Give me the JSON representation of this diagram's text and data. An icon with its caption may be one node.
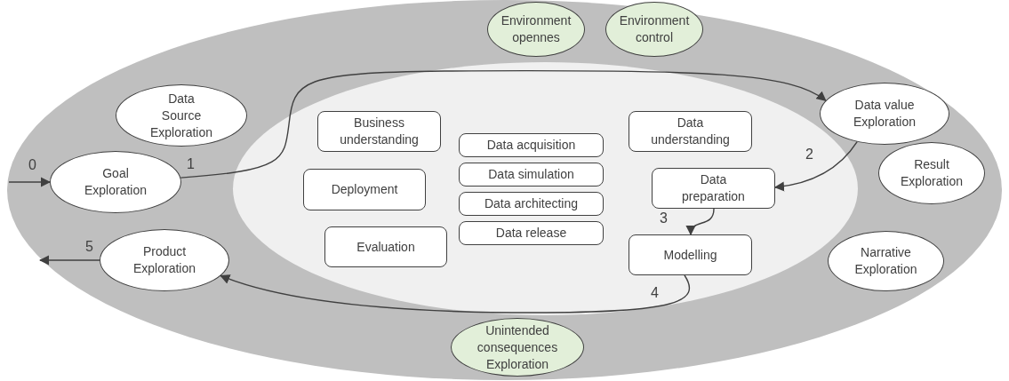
{
  "diagram": {
    "nodes": [
      {
        "text": [],
        "shape": "ellipse"
      },
      {
        "text": [],
        "shape": "ellipse",
        "in": 0
      },
      {
        "text": [
          "Environment opennes"
        ],
        "in": 0
      },
      {
        "text": [
          "Environment control"
        ],
        "in": 0
      },
      {
        "text": [
          "Data Source Exploration"
        ],
        "in": 0
      },
      {
        "text": [
          "Data value Exploration"
        ],
        "in": 0
      },
      {
        "text": [
          "Goal Exploration"
        ],
        "in": 0
      },
      {
        "text": [
          "Business understanding"
        ],
        "in": 1
      },
      {
        "text": [
          "Data acquisition"
        ],
        "in": 1
      },
      {
        "text": [
          "Data understanding"
        ],
        "in": 1
      },
      {
        "text": [
          "Data simulation"
        ],
        "in": 1
      },
      {
        "text": [
          "Deployment"
        ],
        "in": 1
      },
      {
        "text": [
          "Data preparation"
        ],
        "in": 1
      },
      {
        "text": [
          "Data architecting"
        ],
        "in": 1
      },
      {
        "text": [
          "Data release"
        ],
        "in": 1
      },
      {
        "text": [
          "Result Exploration"
        ],
        "in": 0
      },
      {
        "text": [
          "Evaluation"
        ],
        "in": 1
      },
      {
        "text": [
          "Modelling"
        ],
        "in": 1
      },
      {
        "text": [
          "Product Exploration"
        ],
        "in": 0
      },
      {
        "text": [
          "Narrative Exploration"
        ],
        "in": 0
      },
      {
        "text": [
          "Unintended consequences Exploration"
        ],
        "in": 0
      }
    ],
    "edges": [
      {
        "from": null,
        "to": 6,
        "arrow": "to",
        "label": "0"
      },
      {
        "from": 6,
        "to": 5,
        "arrow": "to",
        "label": "1"
      },
      {
        "from": 5,
        "to": 12,
        "arrow": "to",
        "label": "2"
      },
      {
        "from": 12,
        "to": 17,
        "arrow": "to",
        "label": "3"
      },
      {
        "from": 17,
        "to": 18,
        "arrow": "to",
        "label": "4"
      },
      {
        "from": 18,
        "to": null,
        "arrow": "to",
        "label": "5"
      }
    ]
  }
}
